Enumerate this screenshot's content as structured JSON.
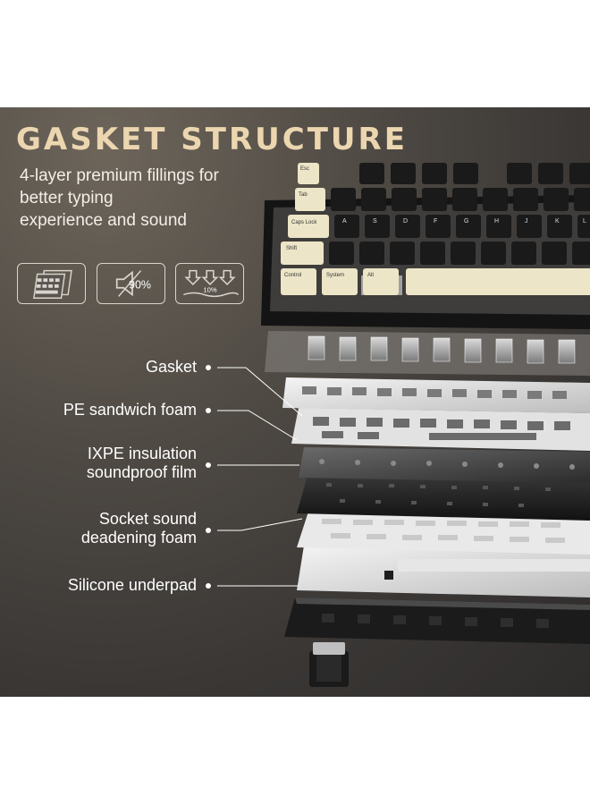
{
  "header": {
    "title": "GASKET STRUCTURE",
    "subtitle_lines": [
      "4-layer premium fillings for",
      "better typing",
      "experience and sound"
    ]
  },
  "features": [
    {
      "icon": "keyboard-layers-icon"
    },
    {
      "icon": "sound-muted-icon",
      "value": "90%"
    },
    {
      "icon": "downward-arrows-icon",
      "value": "10%"
    }
  ],
  "layers": [
    {
      "label_lines": [
        "Gasket"
      ]
    },
    {
      "label_lines": [
        "PE sandwich foam"
      ]
    },
    {
      "label_lines": [
        "IXPE insulation",
        "soundproof film"
      ]
    },
    {
      "label_lines": [
        "Socket sound",
        "deadening foam"
      ]
    },
    {
      "label_lines": [
        "Silicone underpad"
      ]
    }
  ],
  "keycaps": {
    "row1": [
      "Esc",
      "Tab",
      "Caps Lock",
      "Shift",
      "Control"
    ],
    "row_letters": [
      "A",
      "S",
      "D",
      "F",
      "G",
      "H",
      "J",
      "K",
      "L"
    ],
    "modifiers": [
      "System",
      "Alt"
    ]
  },
  "colors": {
    "title": "#ecd6b0",
    "background_dark": "#2e2c2b",
    "cream_keycap": "#ece5c7",
    "black_keycap": "#1a1a1a"
  }
}
